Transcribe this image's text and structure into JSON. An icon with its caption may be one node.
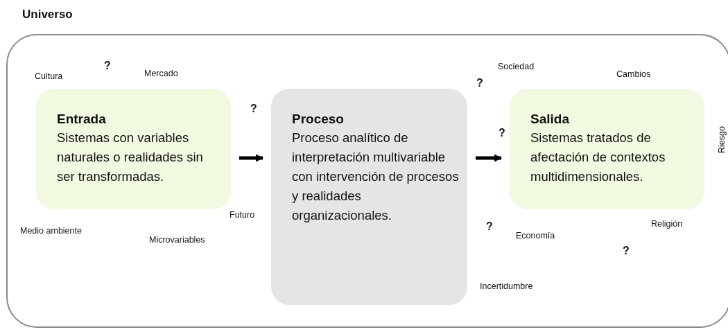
{
  "diagram": {
    "nodes": [
      {
        "text": [
          "Universo"
        ]
      },
      {
        "text": [
          "Entrada",
          "Sistemas con variables naturales o realidades sin ser transformadas."
        ],
        "in": 0
      },
      {
        "text": [
          "Proceso",
          "Proceso analítico de interpretación multivariable con intervención de procesos y realidades organizacionales."
        ],
        "in": 0
      },
      {
        "text": [
          "Salida",
          "Sistemas tratados de afectación de contextos multidimensionales."
        ],
        "in": 0
      }
    ],
    "edges": [
      {
        "from": 1,
        "to": 2,
        "arrow": "to"
      },
      {
        "from": 2,
        "to": 3,
        "arrow": "to"
      }
    ],
    "labels": [
      "Sociedad",
      "?",
      "Mercado",
      "Cambios",
      "Cultura",
      "?",
      "?",
      "?",
      "Riesgo",
      "Futuro",
      "Religión",
      "?",
      "Medio ambiente",
      "Economía",
      "Microvariables",
      "?",
      "Incertidumbre"
    ]
  }
}
